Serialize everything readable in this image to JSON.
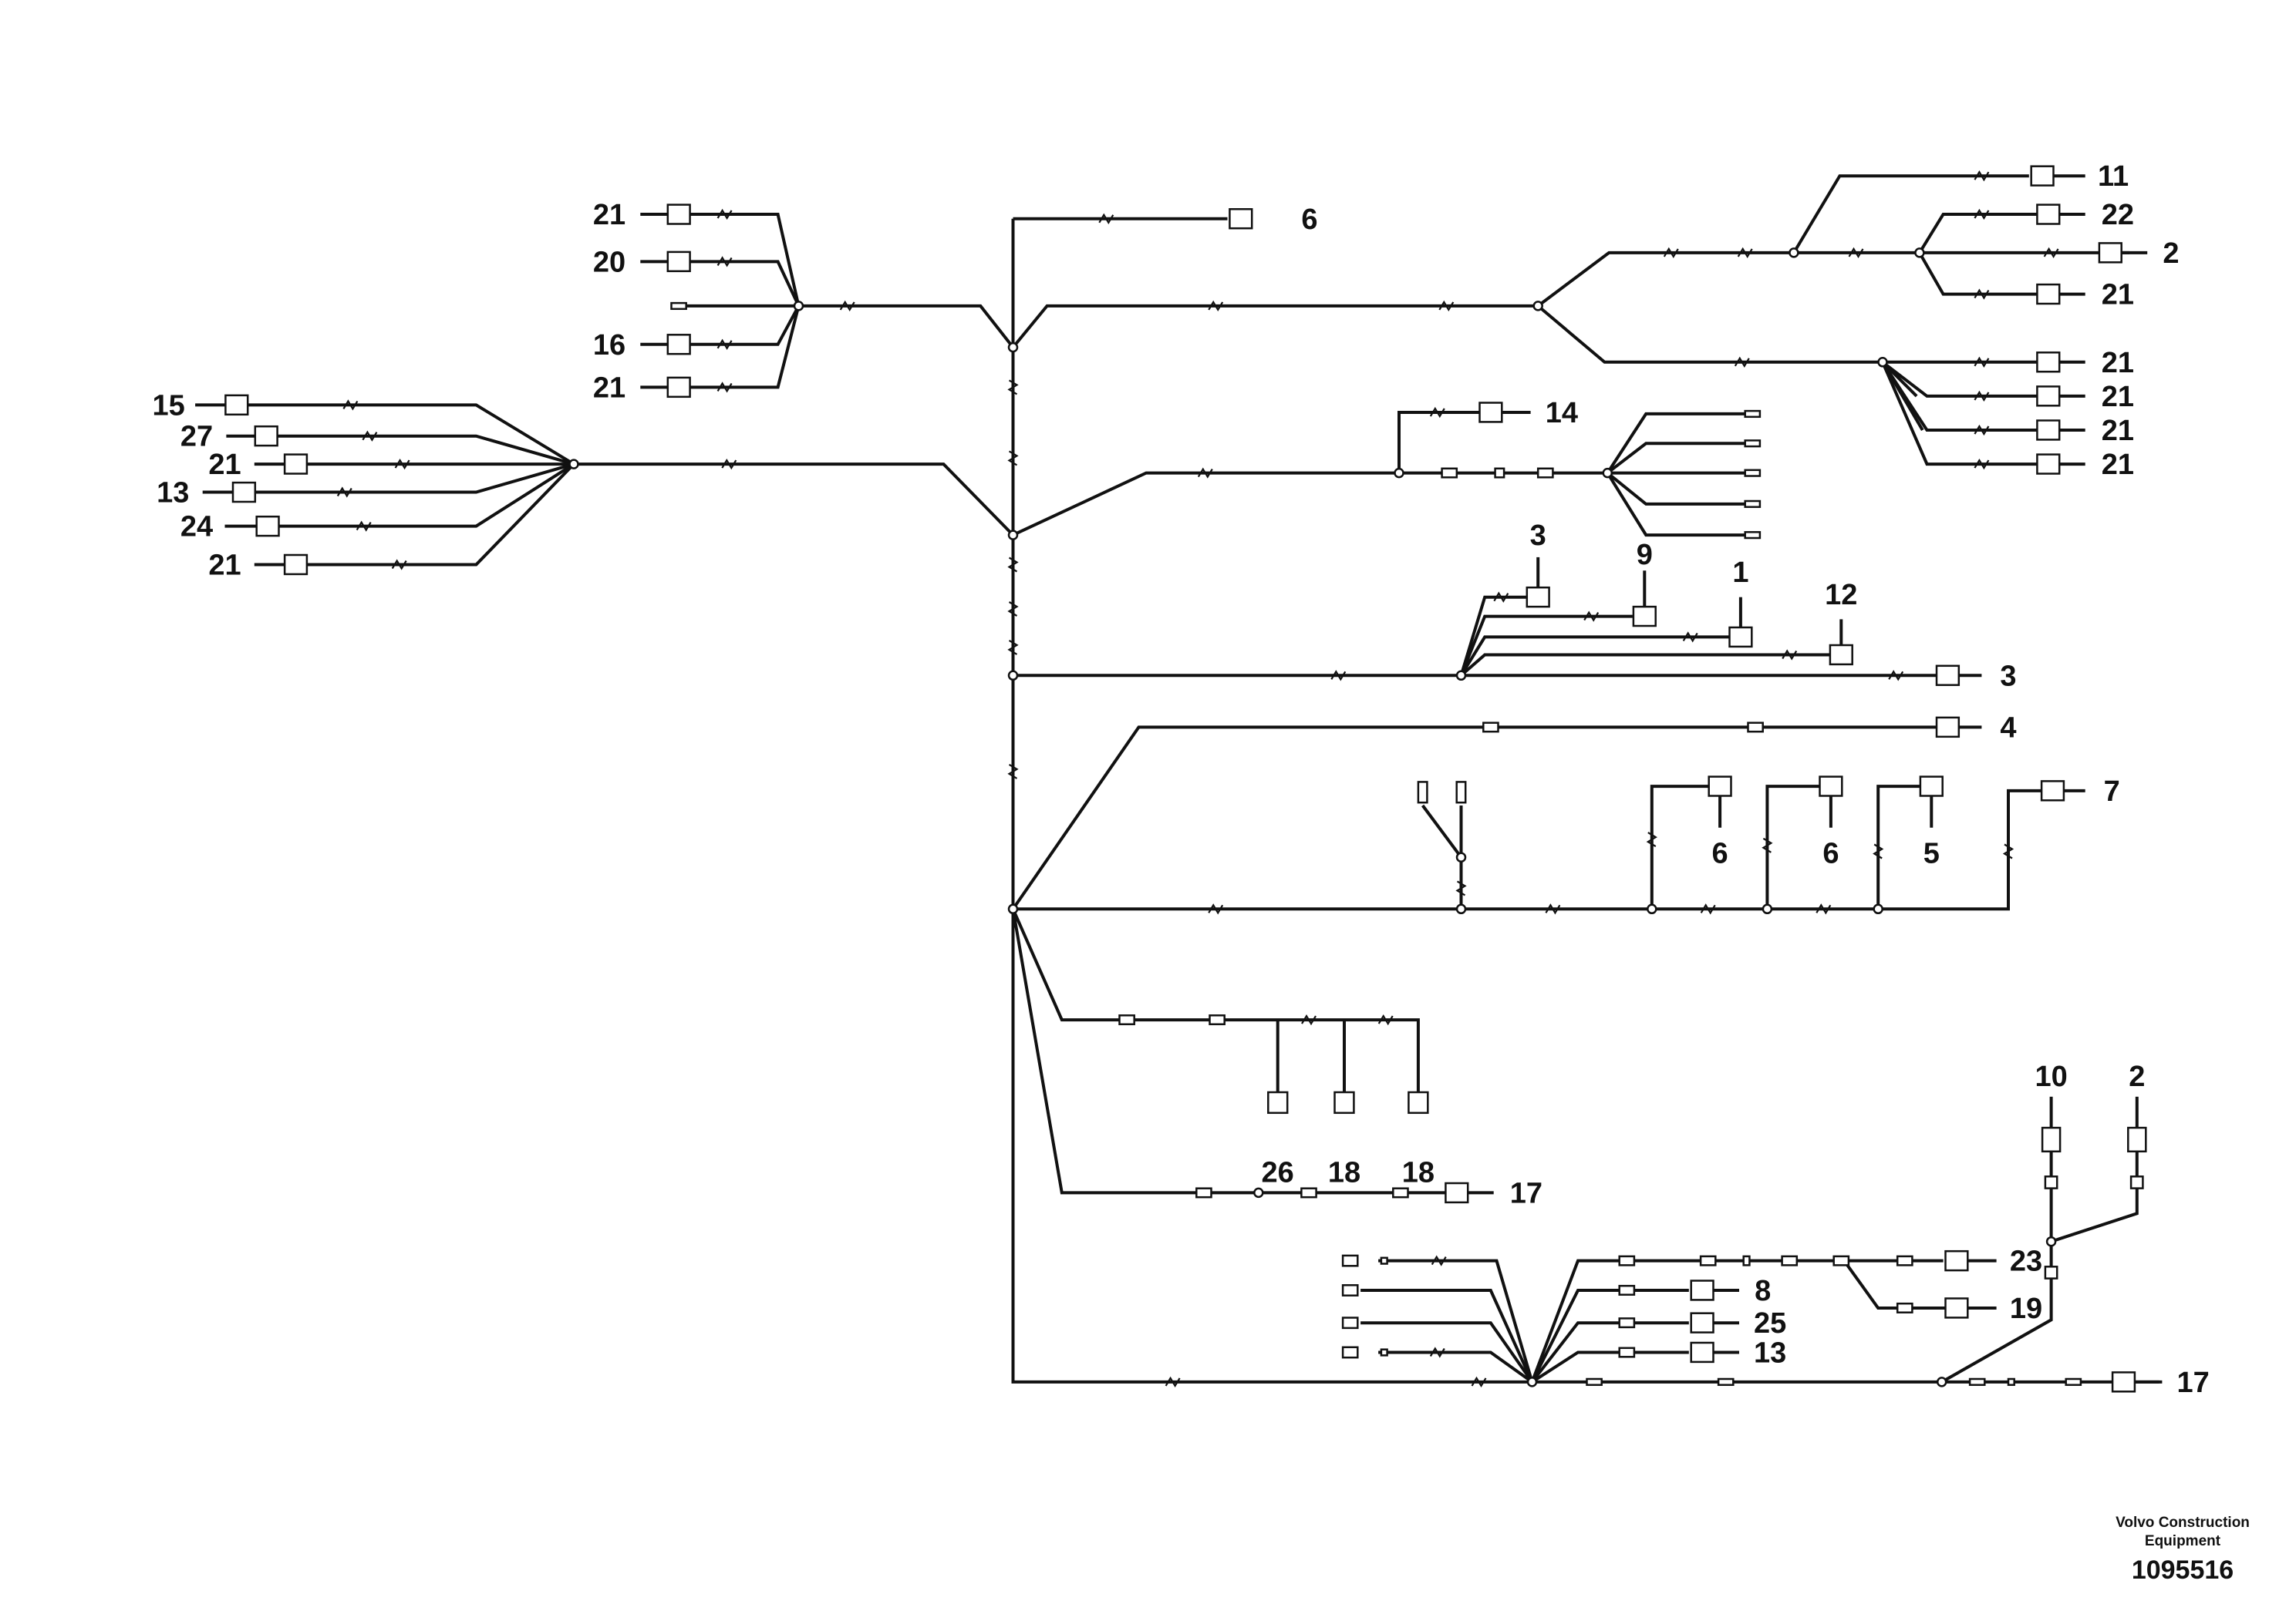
{
  "callouts": [
    "1",
    "2",
    "3",
    "4",
    "5",
    "6",
    "7",
    "8",
    "9",
    "10",
    "11",
    "12",
    "13",
    "14",
    "15",
    "16",
    "17",
    "18",
    "19",
    "20",
    "21",
    "22",
    "23",
    "24",
    "25",
    "26",
    "27"
  ],
  "footer": {
    "company": "Volvo Construction Equipment",
    "doc_number": "1095516"
  }
}
